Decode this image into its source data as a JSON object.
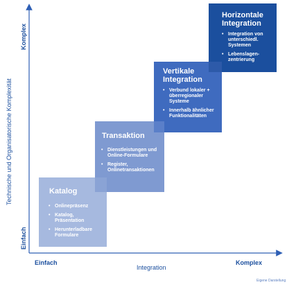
{
  "y_axis": {
    "title": "Technische und Organisatorische Komplexität",
    "high_label": "Komplex",
    "low_label": "Einfach"
  },
  "x_axis": {
    "title": "Integration",
    "low_label": "Einfach",
    "high_label": "Komplex"
  },
  "stages": [
    {
      "title": "Katalog",
      "bullets": [
        "Onlinepräsenz",
        "Katalog, Präsentation",
        "Herunterladbare Formulare"
      ]
    },
    {
      "title": "Transaktion",
      "bullets": [
        "Dienstleistungen und Online-Formulare",
        "Register, Onlinetransaktionen"
      ]
    },
    {
      "title": "Vertikale Integration",
      "bullets": [
        "Verbund lokaler + überregionaler Systeme",
        "Innerhalb ähnlicher Funktionalitäten"
      ]
    },
    {
      "title": "Horizontale Integration",
      "bullets": [
        "Integration von unterschiedl. Systemen",
        "Lebenslagen-zentrierung"
      ]
    }
  ],
  "credit": "Eigene Darstellung",
  "colors": {
    "stage_1": "#a6b9df",
    "stage_2": "#7f9ad1",
    "stage_3": "#3f6bbf",
    "stage_4": "#1b4f9e",
    "axis": "#2e5fb5"
  }
}
